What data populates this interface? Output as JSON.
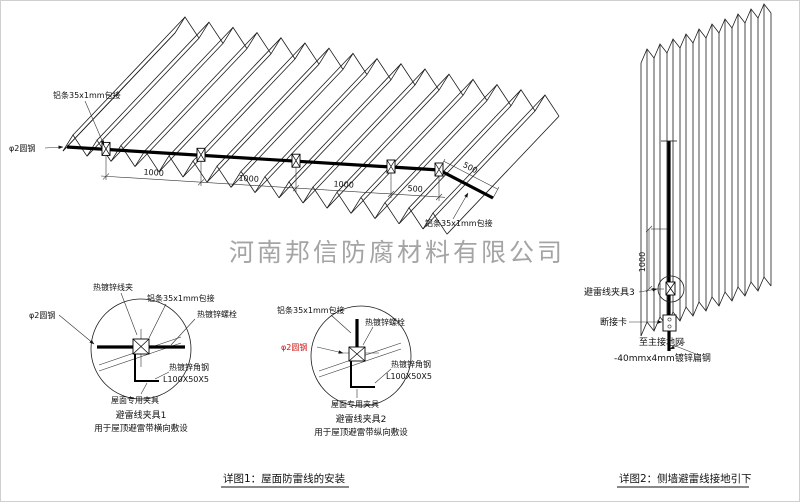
{
  "watermark": "河南邦信防腐材料有限公司",
  "roof": {
    "label_strip_top": "铝条35x1mm包接",
    "label_rod": "φ2圆钢",
    "label_strip_right": "铝条35x1mm包接",
    "dim1": "1000",
    "dim2": "1000",
    "dim3": "1000",
    "dim4": "500",
    "dim_slope": "500"
  },
  "detail1": {
    "wire_clip": "热镀锌线夹",
    "strip": "铝条35x1mm包接",
    "bolt": "热镀锌螺栓",
    "rod": "φ2圆钢",
    "angle": "热镀锌角钢",
    "angle_spec": "L100X50X5",
    "clamp": "屋面专用夹具",
    "title": "避雷线夹具1",
    "subtitle": "用于屋顶避雷带横向敷设"
  },
  "detail2": {
    "strip": "铝条35x1mm包接",
    "bolt": "热镀锌螺栓",
    "rod": "φ2圆钢",
    "angle": "热镀锌角钢",
    "angle_spec": "L100X50X5",
    "clamp": "屋面专用夹具",
    "title": "避雷线夹具2",
    "subtitle": "用于屋顶避雷带纵向敷设"
  },
  "wall": {
    "dim": "1000",
    "clamp3": "避雷线夹具3",
    "disconnect": "断接卡",
    "to_ground": "至主接地网",
    "flat_steel": "-40mmx4mm镀锌扁钢"
  },
  "captions": {
    "detail1": "详图1：屋面防雷线的安装",
    "detail2": "详图2：侧墙避雷线接地引下"
  }
}
